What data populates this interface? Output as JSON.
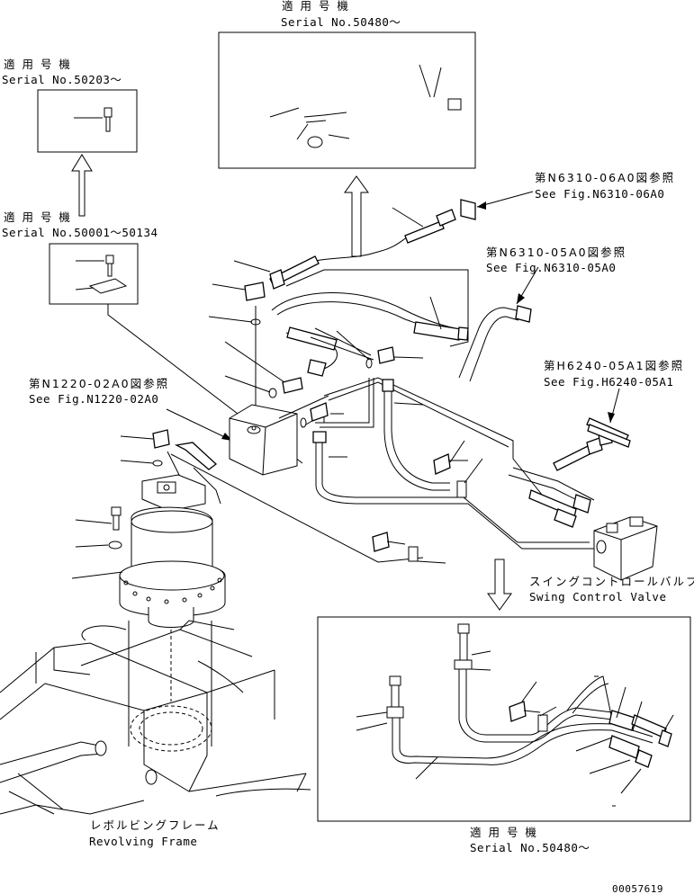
{
  "labels": {
    "applicable_serial_50480_top": {
      "jp": "適 用 号 機",
      "en": "Serial No.50480～"
    },
    "applicable_serial_50203": {
      "jp": "適 用 号 機",
      "en": "Serial No.50203～"
    },
    "applicable_serial_50001": {
      "jp": "適 用 号 機",
      "en": "Serial No.50001～50134"
    },
    "ref_n6310_06a0": {
      "jp": "第N6310-06A0図参照",
      "en": "See Fig.N6310-06A0"
    },
    "ref_n6310_05a0": {
      "jp": "第N6310-05A0図参照",
      "en": "See Fig.N6310-05A0"
    },
    "ref_n1220_02a0": {
      "jp": "第N1220-02A0図参照",
      "en": "See Fig.N1220-02A0"
    },
    "ref_h6240_05a1": {
      "jp": "第H6240-05A1図参照",
      "en": "See Fig.H6240-05A1"
    },
    "swing_control_valve": {
      "jp": "スイングコントロールバルブ",
      "en": "Swing Control Valve"
    },
    "revolving_frame": {
      "jp": "レボルビングフレーム",
      "en": "Revolving Frame"
    },
    "applicable_serial_50480_bottom": {
      "jp": "適 用 号 機",
      "en": "Serial No.50480～"
    },
    "drawing_number": "00057619"
  }
}
